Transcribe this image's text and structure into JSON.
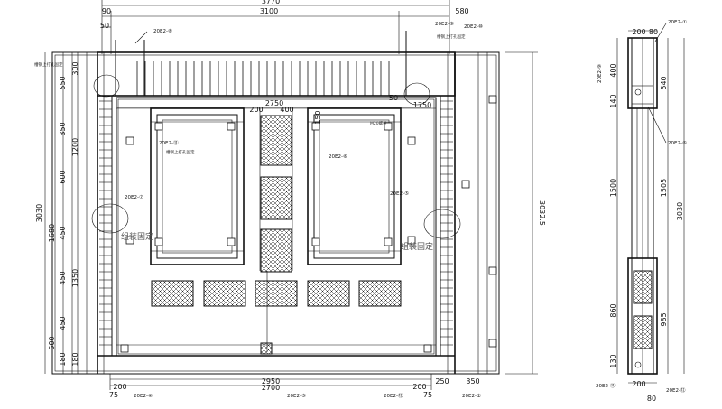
{
  "dims_top": {
    "overall": "3770",
    "left_offset": "90",
    "span_main": "3100",
    "span_right": "580",
    "small_50": "50"
  },
  "dims_left": {
    "d300": "300",
    "d550": "550",
    "d350": "350",
    "d1200": "1200",
    "d600": "600",
    "d1680": "1680",
    "d450a": "450",
    "d1350": "1350",
    "d450b": "450",
    "d450c": "450",
    "d500": "500",
    "d180a": "180",
    "d180b": "180",
    "total": "3030"
  },
  "dims_inner": {
    "d2750": "2750",
    "d200": "200",
    "d400": "400",
    "d150": "150",
    "d1750": "1750",
    "d50": "50"
  },
  "dims_right": {
    "total": "3032.5"
  },
  "dims_bottom": {
    "d200a": "200",
    "d75a": "75",
    "d2950": "2950",
    "d2700": "2700",
    "d200b": "200",
    "d75b": "75",
    "d350": "350",
    "d250": "250"
  },
  "side_view": {
    "top_200": "200",
    "top_80": "80",
    "d400": "400",
    "d540": "540",
    "d140": "140",
    "d1500": "1500",
    "d1505": "1505",
    "d3030": "3030",
    "d860": "860",
    "d985": "985",
    "d130": "130",
    "bot_200": "200",
    "bot_80": "80"
  },
  "tags": {
    "t1": "20E2-①",
    "t2": "20E2-②",
    "t3": "20E2-③",
    "t4": "20E2-④",
    "t5": "20E2-⑤",
    "t6": "20E2-⑥",
    "t7": "20E2-⑦",
    "t8": "20E2-⑧",
    "t9": "20E2-⑨",
    "t10": "20E2-⑩",
    "t11": "20E2-⑪",
    "t12": "20E2-⑫"
  },
  "labels": {
    "assemble_left": "组装固定",
    "assemble_right": "组装固定",
    "note_left_top": "槽钢上打孔固定",
    "note_right_top": "槽钢上打孔固定",
    "note_frame_left": "槽钢上打孔固定",
    "note_frame_right": "M20螺栓"
  }
}
